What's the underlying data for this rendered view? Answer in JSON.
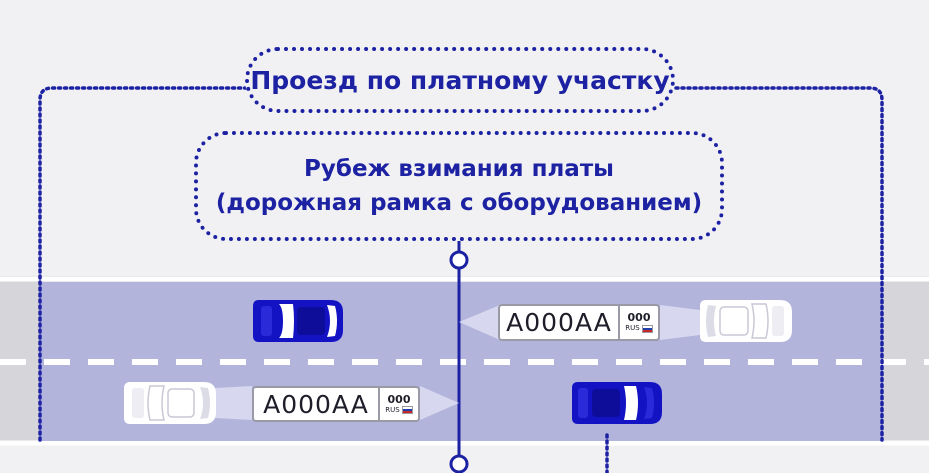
{
  "colors": {
    "background": "#f1f1f3",
    "road": "#d6d6da",
    "zone": "#b3b4dc",
    "accent": "#1d22a3",
    "car_blue": "#1313c4",
    "car_white": "#ffffff",
    "beam": "#d7d8ef"
  },
  "labels": {
    "paid_section": "Проезд по платному участку",
    "toll_line_1": "Рубеж взимания платы",
    "toll_line_2": "(дорожная рамка с оборудованием)"
  },
  "plates": [
    {
      "number": "A000AA",
      "region": "000",
      "country": "RUS"
    },
    {
      "number": "A000AA",
      "region": "000",
      "country": "RUS"
    }
  ],
  "icons": {
    "car_icons": [
      "car-top-view-blue",
      "car-top-view-white"
    ],
    "flag_icon": "russia-flag-icon"
  }
}
